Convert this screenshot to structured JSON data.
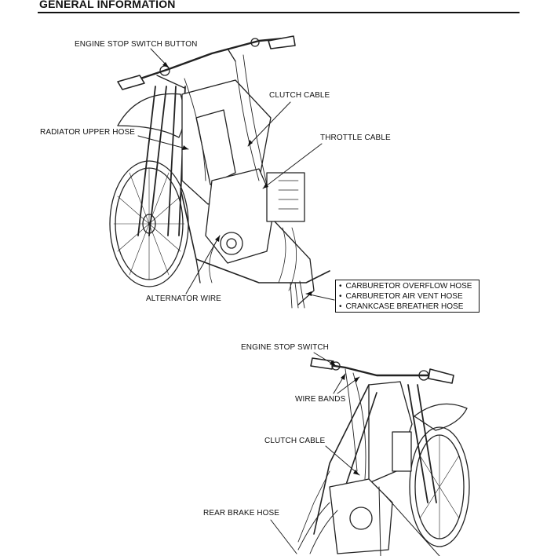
{
  "header": {
    "title": "GENERAL INFORMATION"
  },
  "figure1": {
    "labels": {
      "engine_stop_switch_button": "ENGINE STOP SWITCH BUTTON",
      "clutch_cable": "CLUTCH CABLE",
      "radiator_upper_hose": "RADIATOR UPPER HOSE",
      "throttle_cable": "THROTTLE CABLE",
      "alternator_wire": "ALTERNATOR WIRE"
    },
    "hoses": [
      "CARBURETOR OVERFLOW HOSE",
      "CARBURETOR AIR VENT HOSE",
      "CRANKCASE BREATHER HOSE"
    ]
  },
  "figure2": {
    "labels": {
      "engine_stop_switch": "ENGINE STOP SWITCH",
      "wire_bands": "WIRE BANDS",
      "clutch_cable": "CLUTCH CABLE",
      "rear_brake_hose": "REAR BRAKE HOSE"
    }
  }
}
